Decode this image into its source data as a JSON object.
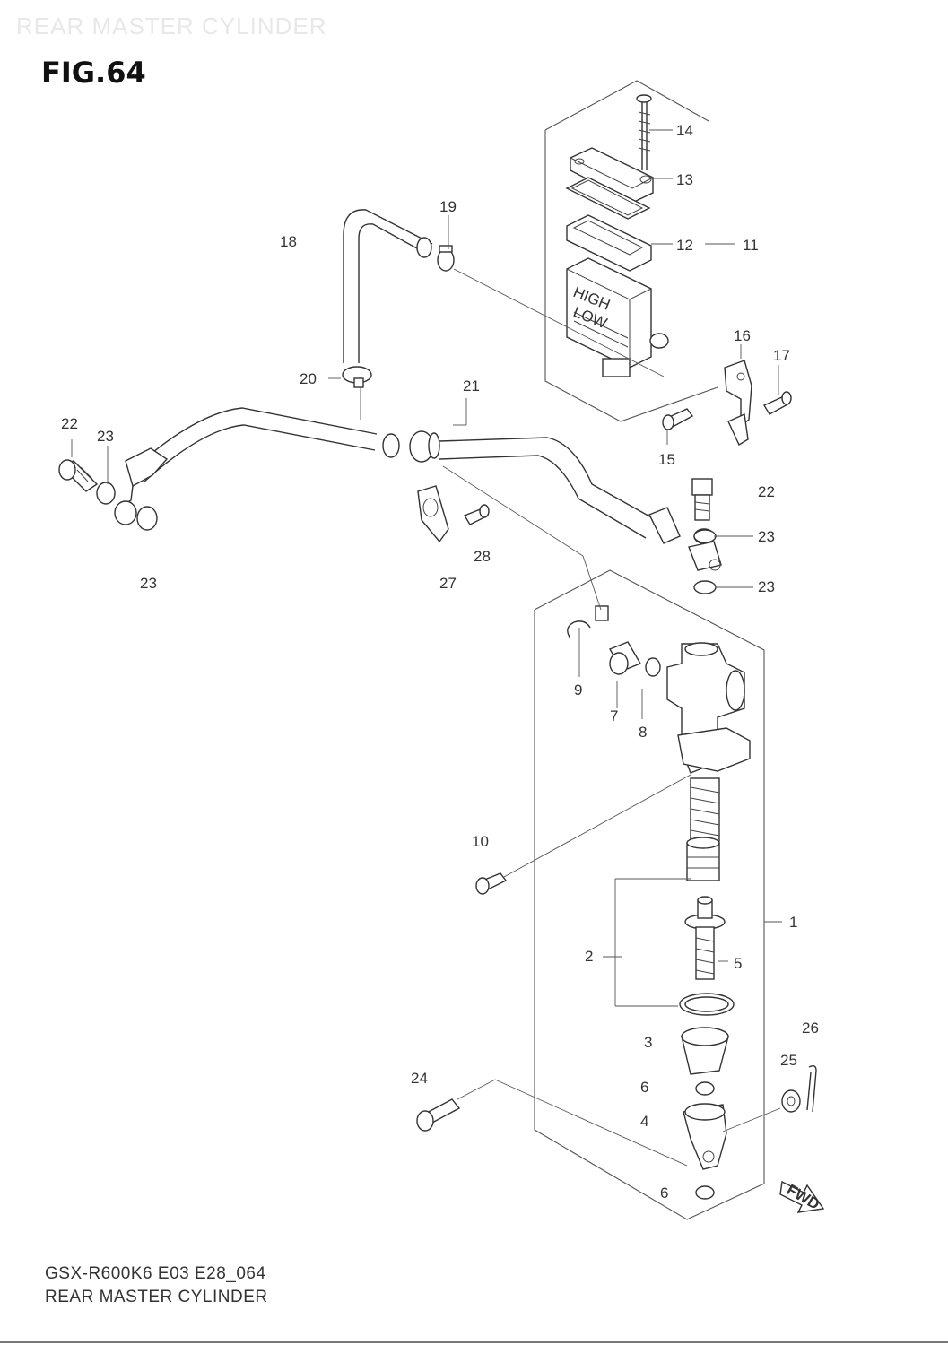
{
  "watermark": "REAR MASTER CYLINDER",
  "figure": {
    "title": "FIG.64"
  },
  "footer": {
    "model_code": "GSX-R600K6 E03 E28_064",
    "assembly_name": "REAR MASTER CYLINDER"
  },
  "fwd_arrow": {
    "label": "FWD"
  },
  "reservoir_marks": {
    "high": "HIGH",
    "low": "LOW"
  },
  "callouts": {
    "c1": "1",
    "c2": "2",
    "c3": "3",
    "c4": "4",
    "c5": "5",
    "c6a": "6",
    "c6b": "6",
    "c7": "7",
    "c8": "8",
    "c9": "9",
    "c10": "10",
    "c11": "11",
    "c12": "12",
    "c13": "13",
    "c14": "14",
    "c15": "15",
    "c16": "16",
    "c17": "17",
    "c18": "18",
    "c19": "19",
    "c20": "20",
    "c21": "21",
    "c22a": "22",
    "c22b": "22",
    "c23a": "23",
    "c23b": "23",
    "c23c": "23",
    "c23d": "23",
    "c24": "24",
    "c25": "25",
    "c26": "26",
    "c27": "27",
    "c28": "28"
  }
}
